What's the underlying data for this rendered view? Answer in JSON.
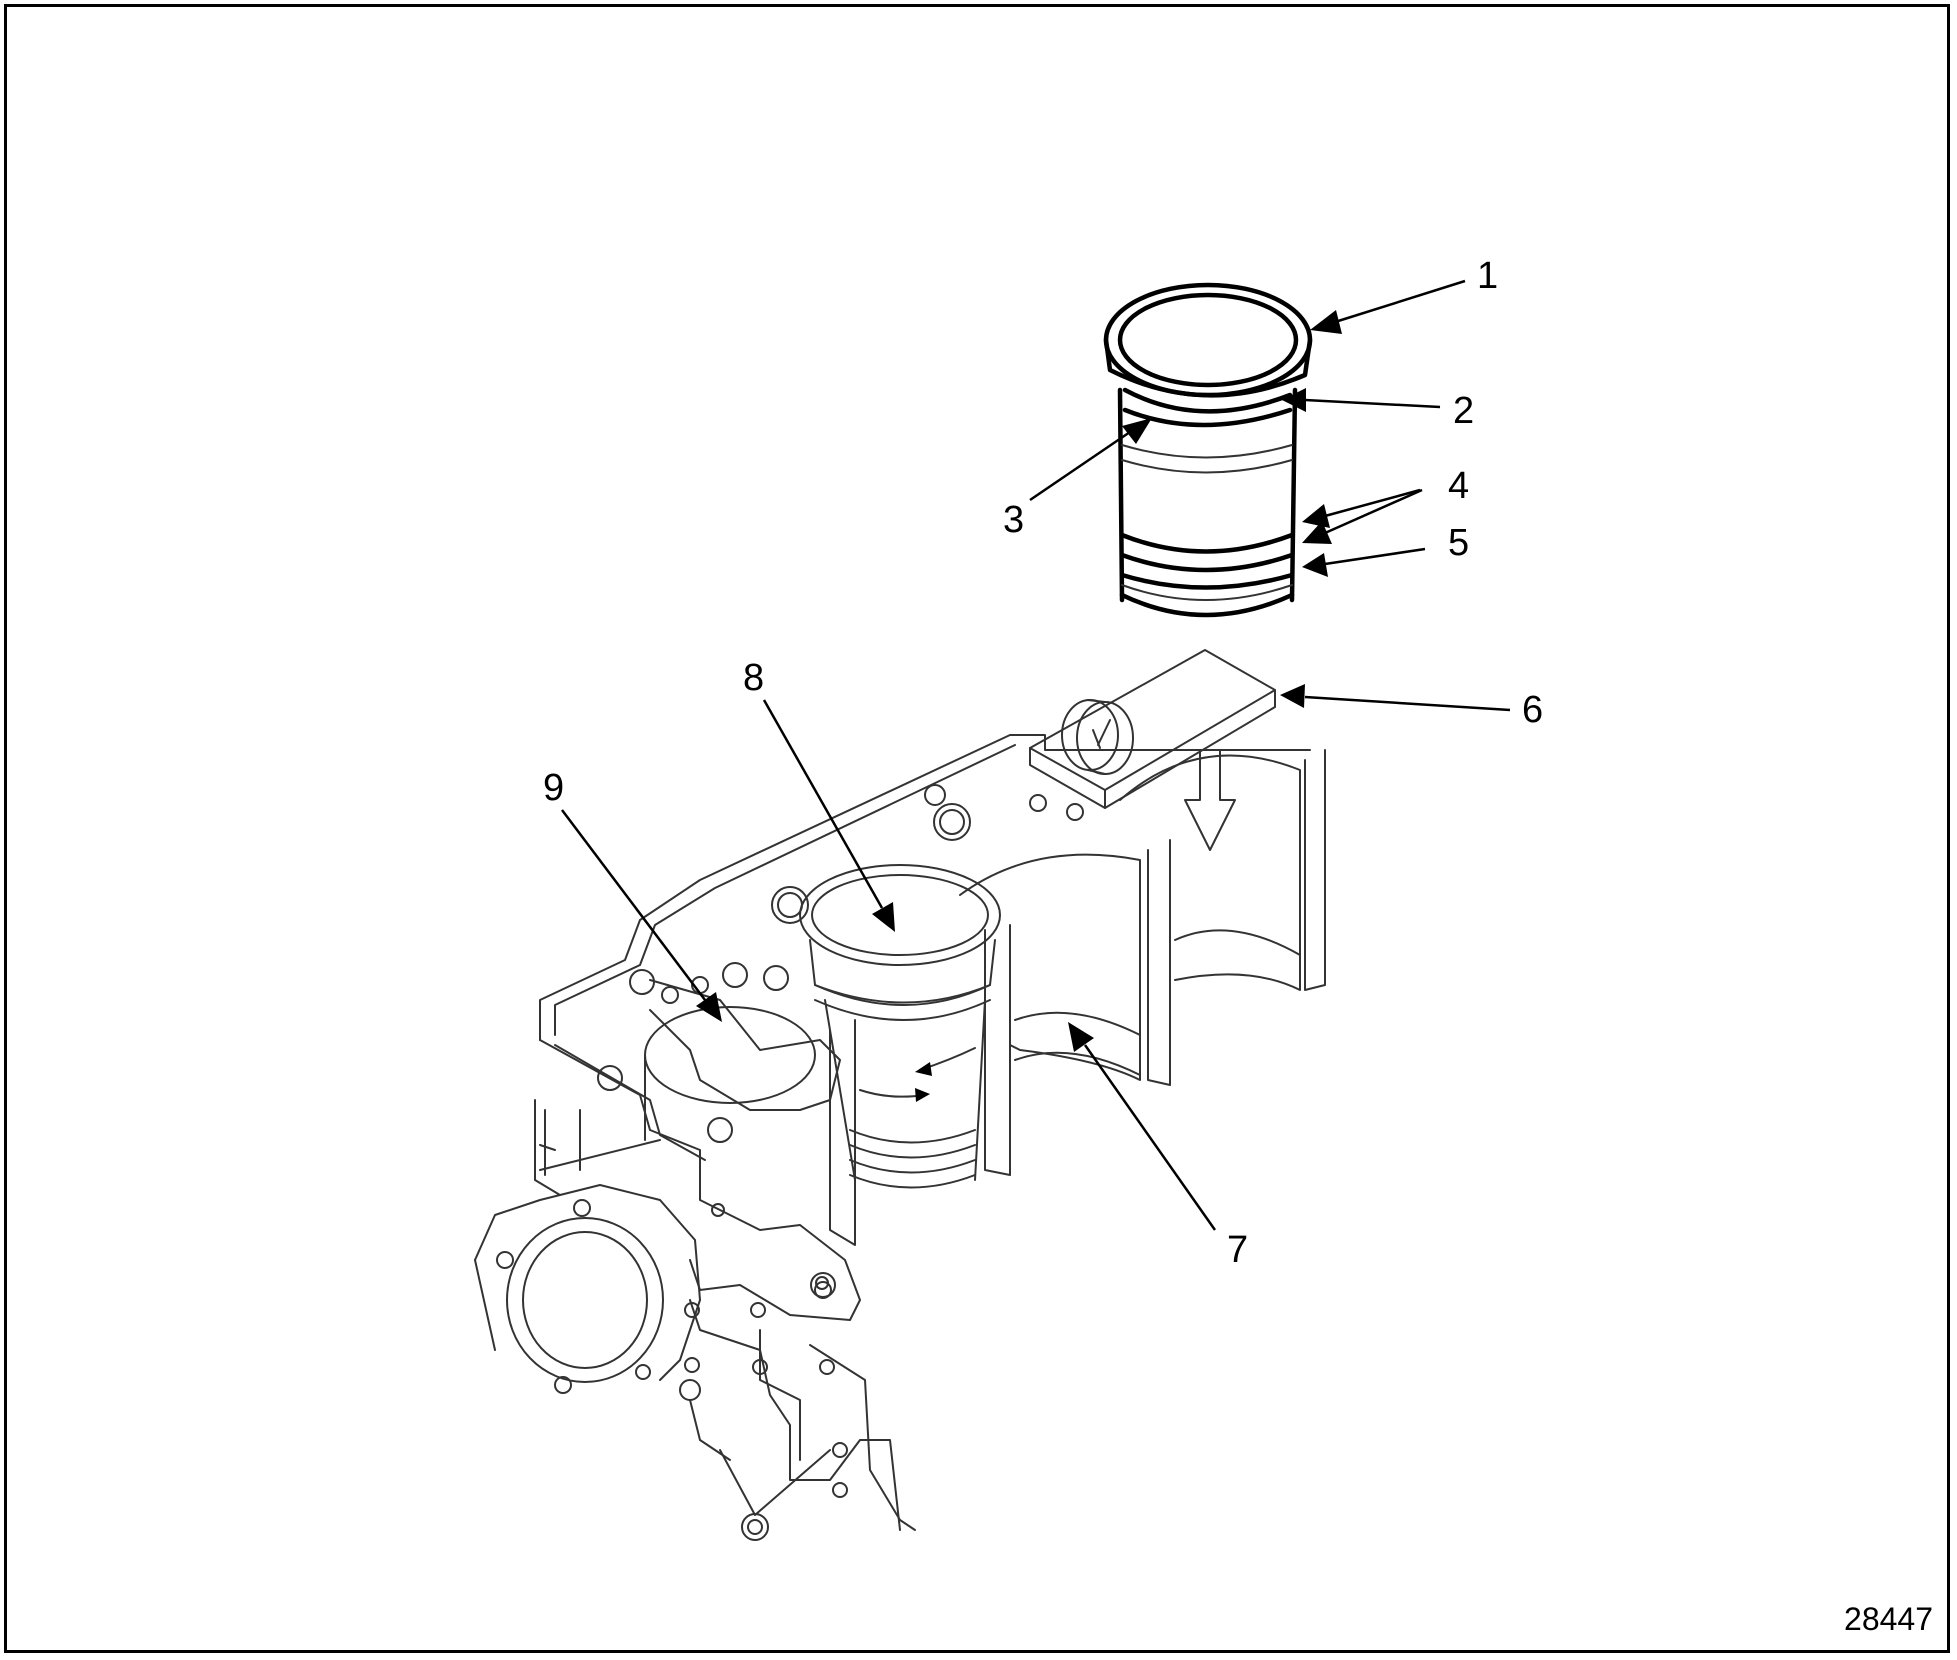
{
  "figure": {
    "id": "28447",
    "callouts": [
      "1",
      "2",
      "3",
      "4",
      "5",
      "6",
      "7",
      "8",
      "9"
    ]
  },
  "colors": {
    "line": "#000000",
    "detail": "#333333",
    "background": "#ffffff"
  }
}
